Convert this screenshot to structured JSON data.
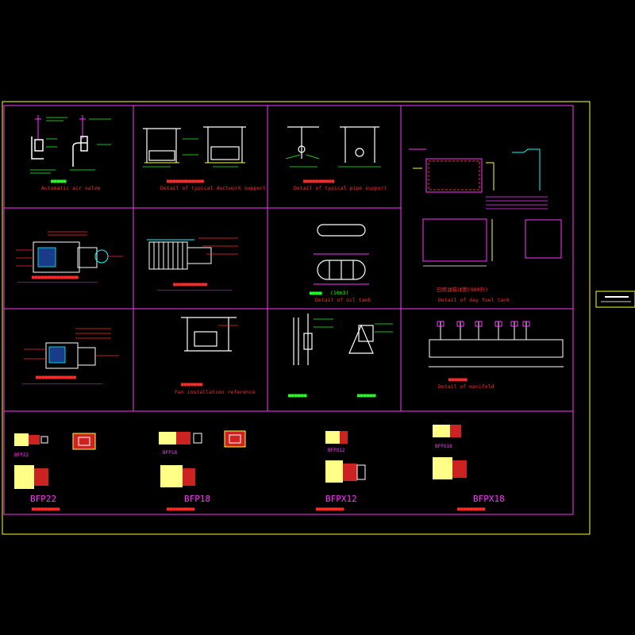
{
  "captions": {
    "p1_sub": "Automatic air valve",
    "p2_sub": "Detail of typical ductwork support",
    "p3_sub": "Detail of typical pipe support",
    "p8_sub": "Detail of oil tank",
    "p12_label": "日用油箱详图(900升)",
    "p12_sub": "Detail of day fuel tank",
    "p14_sub": "Fan installation reference",
    "p16_sub": "Detail of manifold"
  },
  "tank_volume": "(10m3)",
  "fan_names": [
    "BFP22",
    "BFP18",
    "BFPX12",
    "BFPX18"
  ],
  "fan_small_tags": [
    "BFP22",
    "BFP18",
    "BFPX12",
    "BFPX18"
  ],
  "colors": {
    "frame": "#ffff33",
    "grid": "#ff33ff",
    "bg": "#000000"
  }
}
